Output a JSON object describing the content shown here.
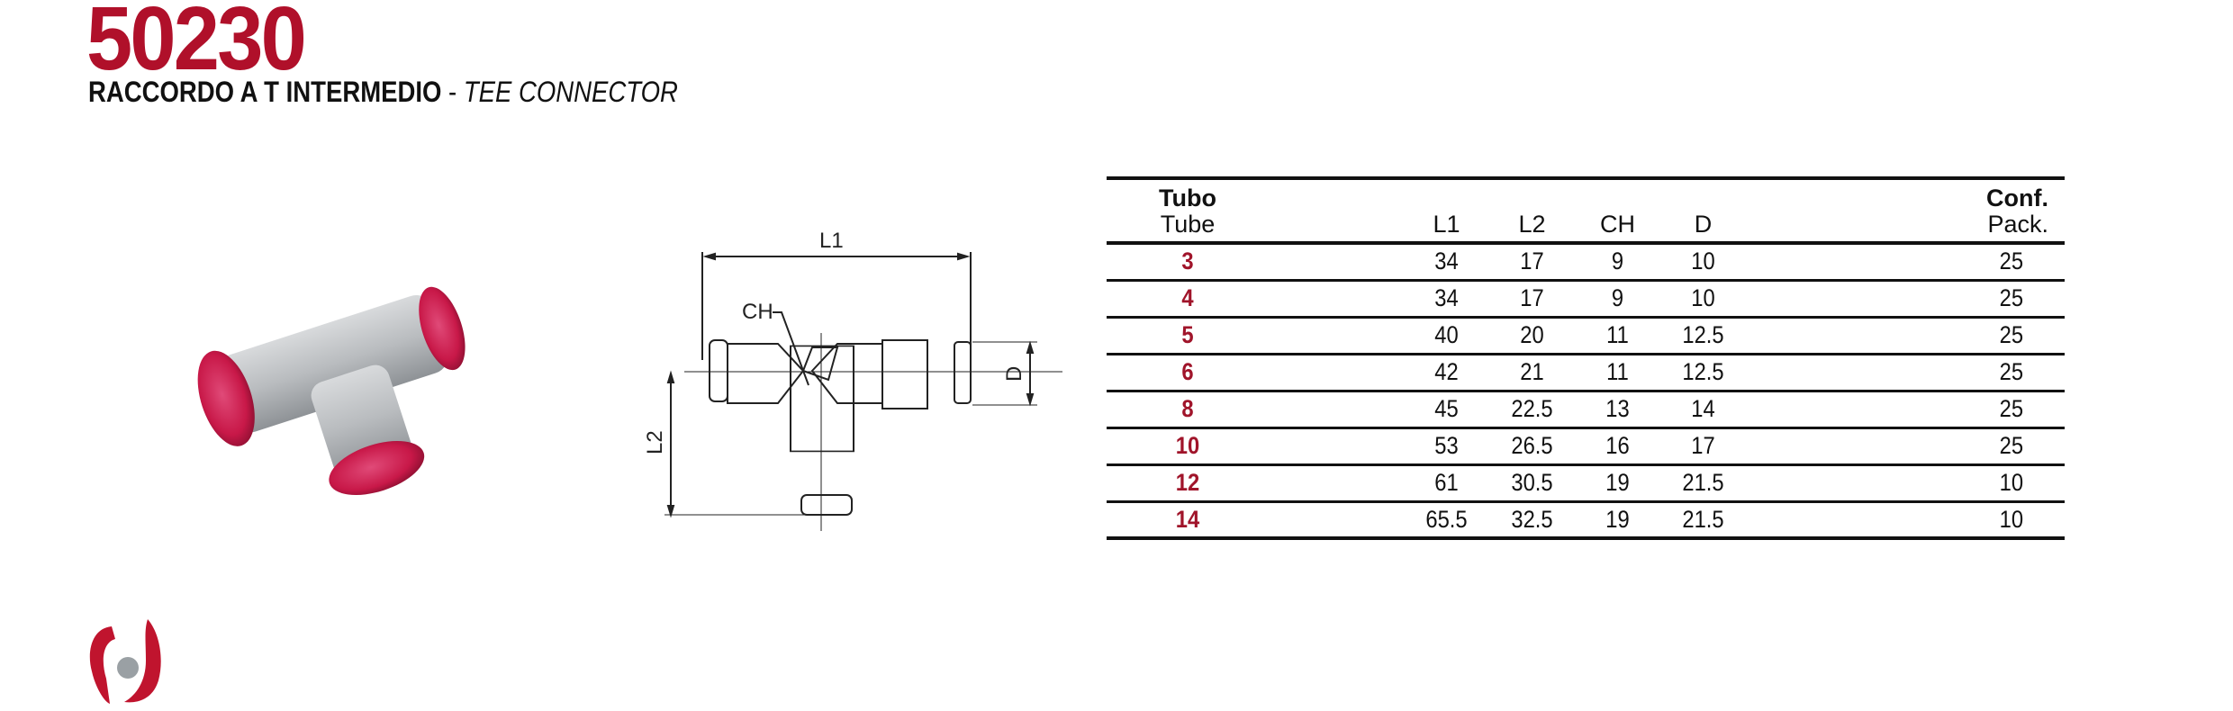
{
  "product": {
    "code": "50230",
    "name_it": "RACCORDO A T INTERMEDIO",
    "separator": " - ",
    "name_en": "TEE CONNECTOR"
  },
  "drawing": {
    "labels": {
      "l1": "L1",
      "l2": "L2",
      "ch": "CH",
      "d": "D"
    }
  },
  "table": {
    "headers": {
      "tube_it": "Tubo",
      "tube_en": "Tube",
      "l1": "L1",
      "l2": "L2",
      "ch": "CH",
      "d": "D",
      "pack_it": "Conf.",
      "pack_en": "Pack."
    },
    "rows": [
      {
        "tube": "3",
        "l1": "34",
        "l2": "17",
        "ch": "9",
        "d": "10",
        "pack": "25"
      },
      {
        "tube": "4",
        "l1": "34",
        "l2": "17",
        "ch": "9",
        "d": "10",
        "pack": "25"
      },
      {
        "tube": "5",
        "l1": "40",
        "l2": "20",
        "ch": "11",
        "d": "12.5",
        "pack": "25"
      },
      {
        "tube": "6",
        "l1": "42",
        "l2": "21",
        "ch": "11",
        "d": "12.5",
        "pack": "25"
      },
      {
        "tube": "8",
        "l1": "45",
        "l2": "22.5",
        "ch": "13",
        "d": "14",
        "pack": "25"
      },
      {
        "tube": "10",
        "l1": "53",
        "l2": "26.5",
        "ch": "16",
        "d": "17",
        "pack": "25"
      },
      {
        "tube": "12",
        "l1": "61",
        "l2": "30.5",
        "ch": "19",
        "d": "21.5",
        "pack": "10"
      },
      {
        "tube": "14",
        "l1": "65.5",
        "l2": "32.5",
        "ch": "19",
        "d": "21.5",
        "pack": "10"
      }
    ]
  },
  "colors": {
    "brand_red": "#b0102a",
    "tube_red": "#a0142a",
    "cap_pink": "#d0204f"
  }
}
